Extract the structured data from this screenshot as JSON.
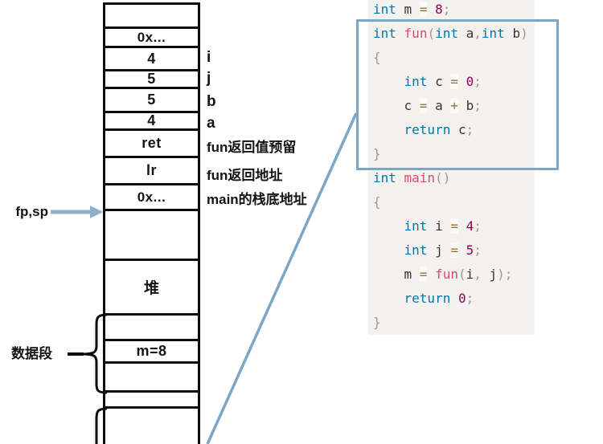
{
  "colors": {
    "accent_blue": "#7ba7c5",
    "arrow_blue": "#8fafcb",
    "stack_border": "#0b0b0b",
    "code_bg": "#f4f2ef",
    "code_keyword": "#0077aa",
    "code_function": "#dd4a68",
    "code_number": "#990055",
    "code_operator": "#9a6e3a",
    "code_punctuation": "#999999",
    "code_plain": "#333333"
  },
  "stack": {
    "cells": [
      "0x...",
      "4",
      "5",
      "5",
      "4",
      "ret",
      "lr",
      "0x...",
      "堆",
      "m=8"
    ]
  },
  "labels": {
    "right": [
      "i",
      "j",
      "b",
      "a",
      "fun返回值预留",
      "fun返回地址",
      "main的栈底地址"
    ],
    "fp_sp": "fp,sp",
    "data_segment": "数据段"
  },
  "code": {
    "lines": [
      [
        [
          "kw",
          "int"
        ],
        [
          "pl",
          " m "
        ],
        [
          "op",
          "="
        ],
        [
          "pl",
          " "
        ],
        [
          "num",
          "8"
        ],
        [
          "pu",
          ";"
        ]
      ],
      [
        [
          "kw",
          "int"
        ],
        [
          "pl",
          " "
        ],
        [
          "fn",
          "fun"
        ],
        [
          "pu",
          "("
        ],
        [
          "kw",
          "int"
        ],
        [
          "pl",
          " a"
        ],
        [
          "pu",
          ","
        ],
        [
          "kw",
          "int"
        ],
        [
          "pl",
          " b"
        ],
        [
          "pu",
          ")"
        ]
      ],
      [
        [
          "pu",
          "{"
        ]
      ],
      [
        [
          "pl",
          "    "
        ],
        [
          "kw",
          "int"
        ],
        [
          "pl",
          " c "
        ],
        [
          "op",
          "="
        ],
        [
          "pl",
          " "
        ],
        [
          "num",
          "0"
        ],
        [
          "pu",
          ";"
        ]
      ],
      [
        [
          "pl",
          "    c "
        ],
        [
          "op",
          "="
        ],
        [
          "pl",
          " a "
        ],
        [
          "op",
          "+"
        ],
        [
          "pl",
          " b"
        ],
        [
          "pu",
          ";"
        ]
      ],
      [
        [
          "pl",
          "    "
        ],
        [
          "kw",
          "return"
        ],
        [
          "pl",
          " c"
        ],
        [
          "pu",
          ";"
        ]
      ],
      [
        [
          "pu",
          "}"
        ]
      ],
      [
        [
          "kw",
          "int"
        ],
        [
          "pl",
          " "
        ],
        [
          "fn",
          "main"
        ],
        [
          "pu",
          "()"
        ]
      ],
      [
        [
          "pu",
          "{"
        ]
      ],
      [
        [
          "pl",
          "    "
        ],
        [
          "kw",
          "int"
        ],
        [
          "pl",
          " i "
        ],
        [
          "op",
          "="
        ],
        [
          "pl",
          " "
        ],
        [
          "num",
          "4"
        ],
        [
          "pu",
          ";"
        ]
      ],
      [
        [
          "pl",
          "    "
        ],
        [
          "kw",
          "int"
        ],
        [
          "pl",
          " j "
        ],
        [
          "op",
          "="
        ],
        [
          "pl",
          " "
        ],
        [
          "num",
          "5"
        ],
        [
          "pu",
          ";"
        ]
      ],
      [
        [
          "pl",
          "    m "
        ],
        [
          "op",
          "="
        ],
        [
          "pl",
          " "
        ],
        [
          "fn",
          "fun"
        ],
        [
          "pu",
          "("
        ],
        [
          "pl",
          "i"
        ],
        [
          "pu",
          ","
        ],
        [
          "pl",
          " j"
        ],
        [
          "pu",
          ");"
        ]
      ],
      [
        [
          "pl",
          "    "
        ],
        [
          "kw",
          "return"
        ],
        [
          "pl",
          " "
        ],
        [
          "num",
          "0"
        ],
        [
          "pu",
          ";"
        ]
      ],
      [
        [
          "pu",
          "}"
        ]
      ]
    ]
  }
}
